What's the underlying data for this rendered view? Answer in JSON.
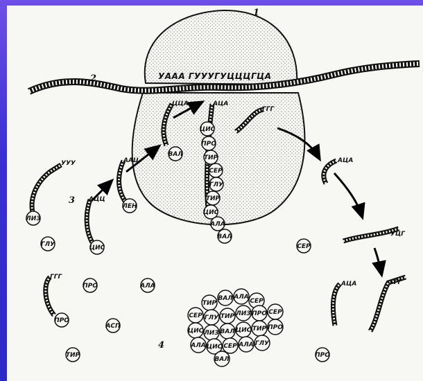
{
  "numbers": {
    "n1": "1",
    "n2": "2",
    "n3": "3",
    "n4": "4"
  },
  "mrna": {
    "sequence": "УААА ГУУУГУЦЦЦГЦА"
  },
  "trna": {
    "a1": "ЦЦА",
    "a2": "АЦА",
    "a3": "ГГГ",
    "a4": "УУУ",
    "a5": "ААЦ",
    "a6": "АЦЦ",
    "a7": "АЦА",
    "a8": "УЦГ",
    "a9": "АЦА",
    "a10": "ГГГ",
    "a11": "ГГГ"
  },
  "amino": {
    "val1": "ВАЛ",
    "lys": "ЛИЗ",
    "len": "ЛЕН",
    "cis1": "ЦИС",
    "glu1": "ГЛУ",
    "pro1": "ПРО",
    "ala1": "АЛА",
    "asp": "АСП",
    "tir1": "ТИР",
    "ser1": "СЕР",
    "pro2": "ПРО"
  },
  "chain": [
    "ЦИС",
    "ПРО",
    "ТИР",
    "СЕР",
    "ГЛУ",
    "ТИР",
    "ЦИС",
    "АЛА",
    "ВАЛ"
  ],
  "cluster": [
    "ТИР",
    "ВАЛ",
    "АЛА",
    "СЕР",
    "СЕР",
    "ГЛУ",
    "ТИР",
    "ЛИЗ",
    "ПРО",
    "СЕР",
    "ЦИС",
    "ЛИЗ",
    "ВАЛ",
    "ЦИС",
    "ТИР",
    "ПРО",
    "АЛА",
    "ЦИС",
    "СЕР",
    "АЛА",
    "ГЛУ",
    "ВАЛ"
  ]
}
